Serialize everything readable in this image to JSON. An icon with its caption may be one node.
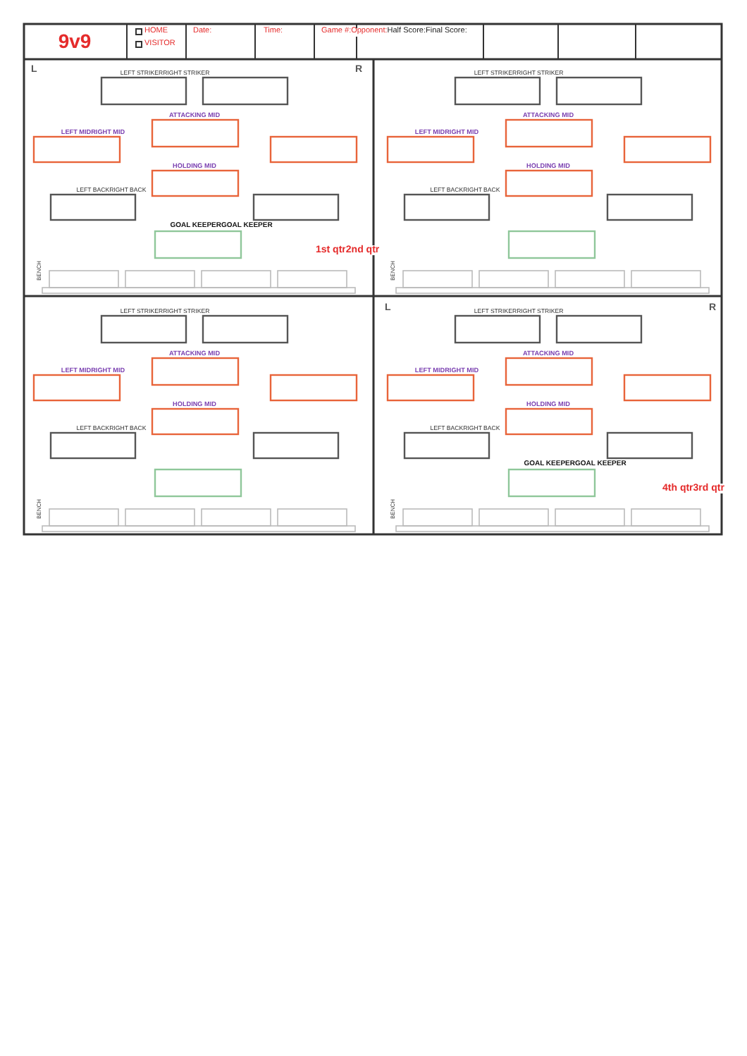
{
  "diagram": {
    "title": "9v9",
    "labels": [
      "HOME",
      "VISITOR",
      "Date:",
      "Time:",
      "Game #:",
      "Opponent:",
      "Half Score:",
      "Final Score:",
      "L",
      "R",
      "LEFT STRIKER",
      "RIGHT STRIKER",
      "ATTACKING MID",
      "LEFT MID",
      "RIGHT MID",
      "HOLDING MID",
      "LEFT BACK",
      "RIGHT BACK",
      "GOAL KEEPER",
      "GOAL KEEPER",
      "BENCH",
      "1st qtr",
      "2nd qtr",
      "LEFT STRIKER",
      "RIGHT STRIKER",
      "ATTACKING MID",
      "LEFT MID",
      "RIGHT MID",
      "HOLDING MID",
      "LEFT BACK",
      "RIGHT BACK",
      "BENCH",
      "LEFT STRIKER",
      "RIGHT STRIKER",
      "ATTACKING MID",
      "LEFT MID",
      "RIGHT MID",
      "HOLDING MID",
      "LEFT BACK",
      "RIGHT BACK",
      "BENCH",
      "L",
      "R",
      "LEFT STRIKER",
      "RIGHT STRIKER",
      "ATTACKING MID",
      "LEFT MID",
      "RIGHT MID",
      "HOLDING MID",
      "LEFT BACK",
      "RIGHT BACK",
      "GOAL KEEPER",
      "GOAL KEEPER",
      "BENCH",
      "4th qtr",
      "3rd qtr"
    ]
  }
}
